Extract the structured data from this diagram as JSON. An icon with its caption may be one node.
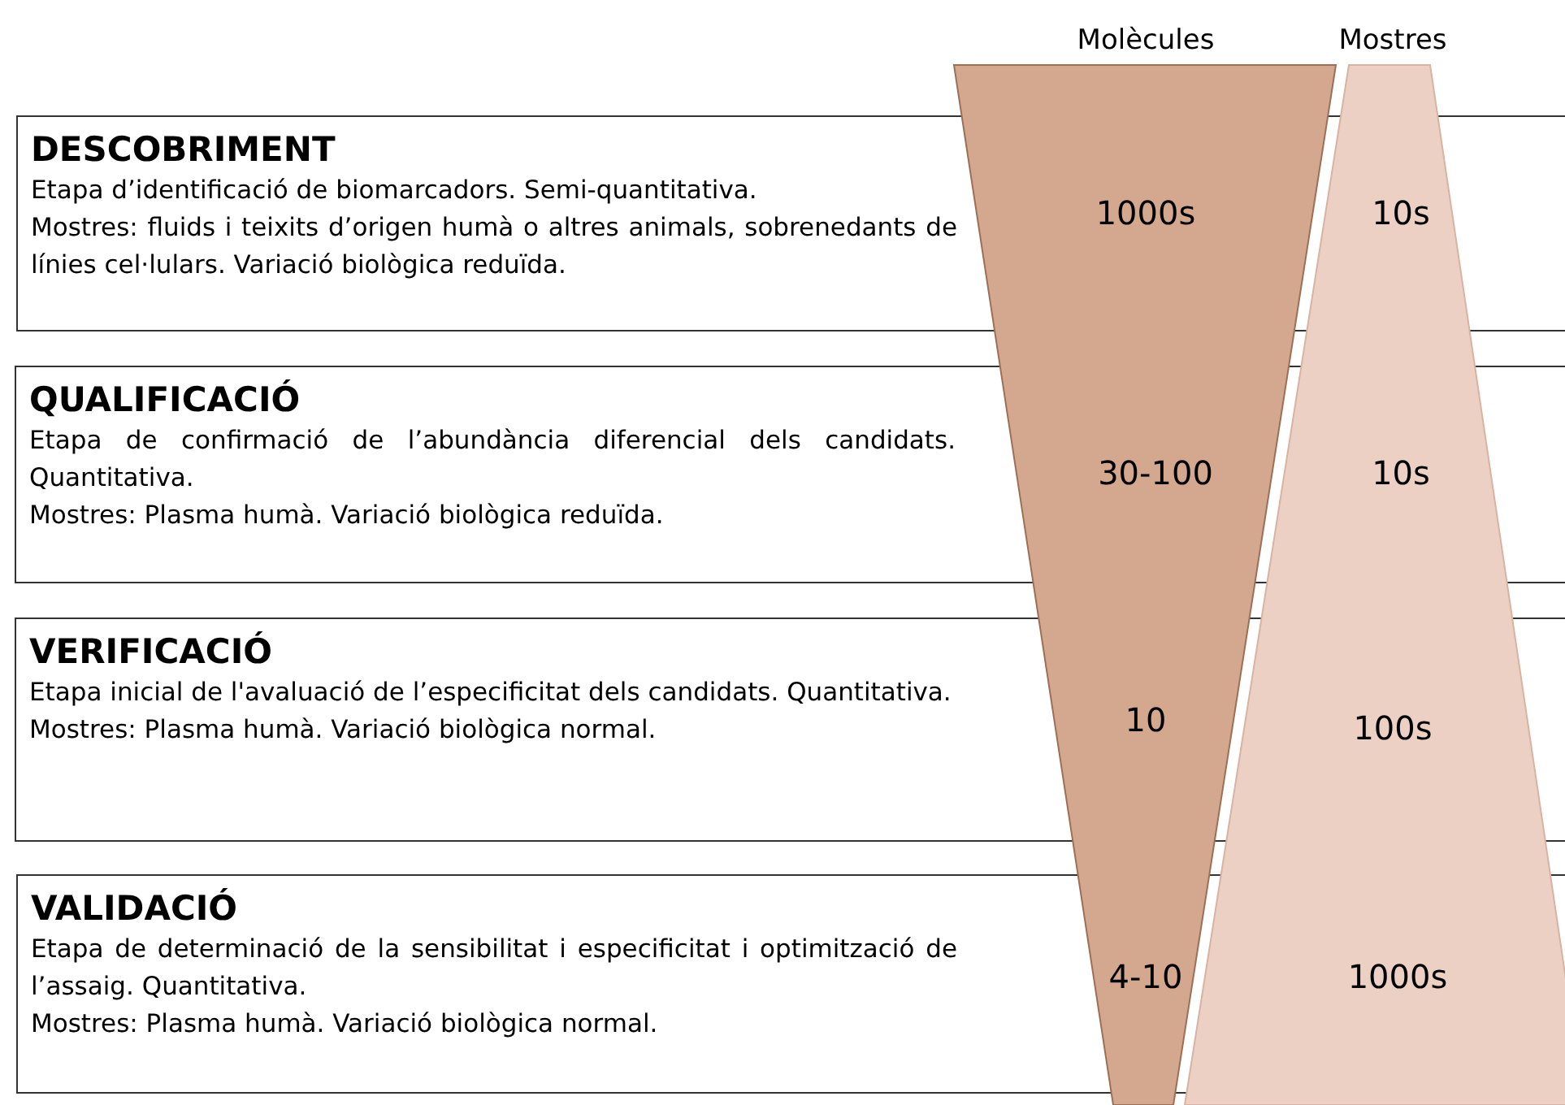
{
  "diagram": {
    "nodes": [
      {
        "text": [
          "DESCOBRIMENT",
          "Etapa d’identificació de biomarcadors. Semi-quantitativa.",
          "Mostres: fluids i teixits d’origen humà o altres animals, sobrenedants de línies cel·lulars. Variació biològica reduïda."
        ]
      },
      {
        "text": [
          "QUALIFICACIÓ",
          "Etapa de confirmació de l’abundància diferencial dels candidats. Quantitativa.",
          "Mostres: Plasma humà. Variació biològica reduïda."
        ]
      },
      {
        "text": [
          "VERIFICACIÓ",
          "Etapa inicial de l'avaluació de l’especificitat dels candidats. Quantitativa.",
          "Mostres: Plasma humà. Variació biològica normal."
        ]
      },
      {
        "text": [
          "VALIDACIÓ",
          "Etapa de determinació de la sensibilitat i especificitat i optimització de l’assaig. Quantitativa.",
          "Mostres: Plasma humà. Variació biològica normal."
        ]
      },
      {
        "text": [
          "Molècules",
          "1000s",
          "30-100",
          "10",
          "4-10"
        ]
      },
      {
        "text": [
          "Mostres",
          "10s",
          "10s",
          "100s",
          "1000s"
        ]
      }
    ]
  }
}
